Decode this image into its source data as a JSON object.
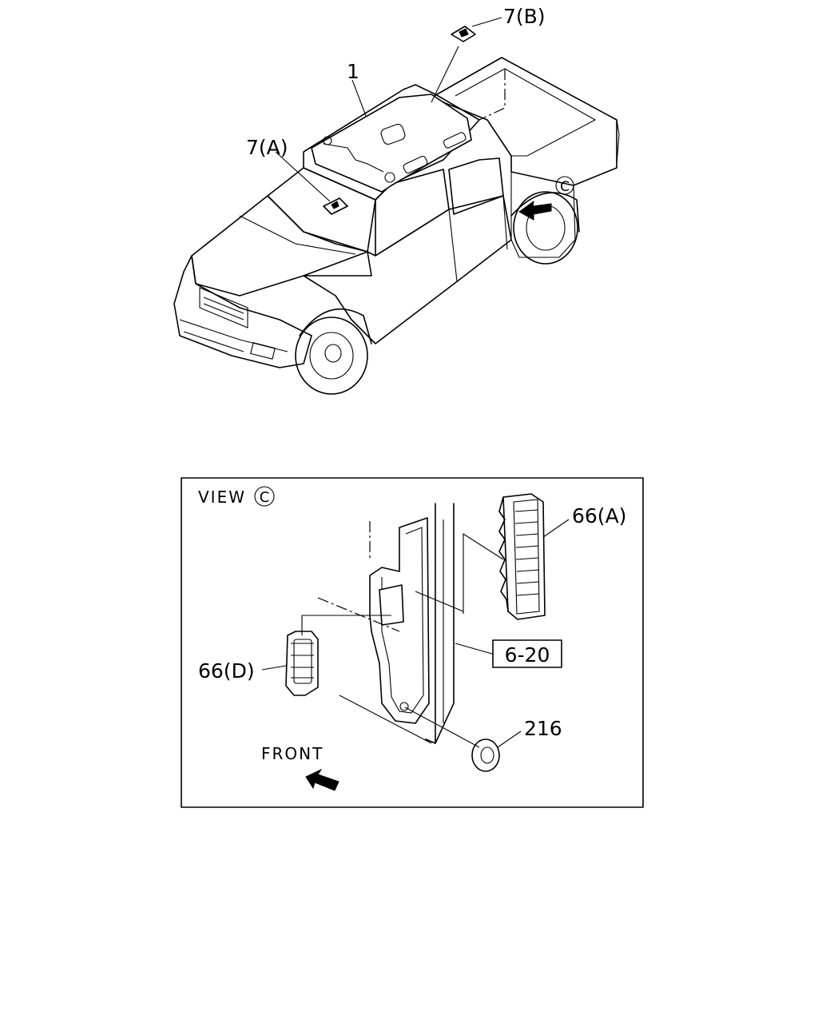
{
  "callouts": {
    "roof_liner": "1",
    "clip_b": "7(B)",
    "clip_a": "7(A)",
    "view_marker_letter": "C",
    "view_heading_word": "VIEW",
    "view_heading_letter": "C",
    "clip_66a": "66(A)",
    "clip_66d": "66(D)",
    "ref_box": "6-20",
    "grommet": "216",
    "front_label": "FRONT"
  }
}
